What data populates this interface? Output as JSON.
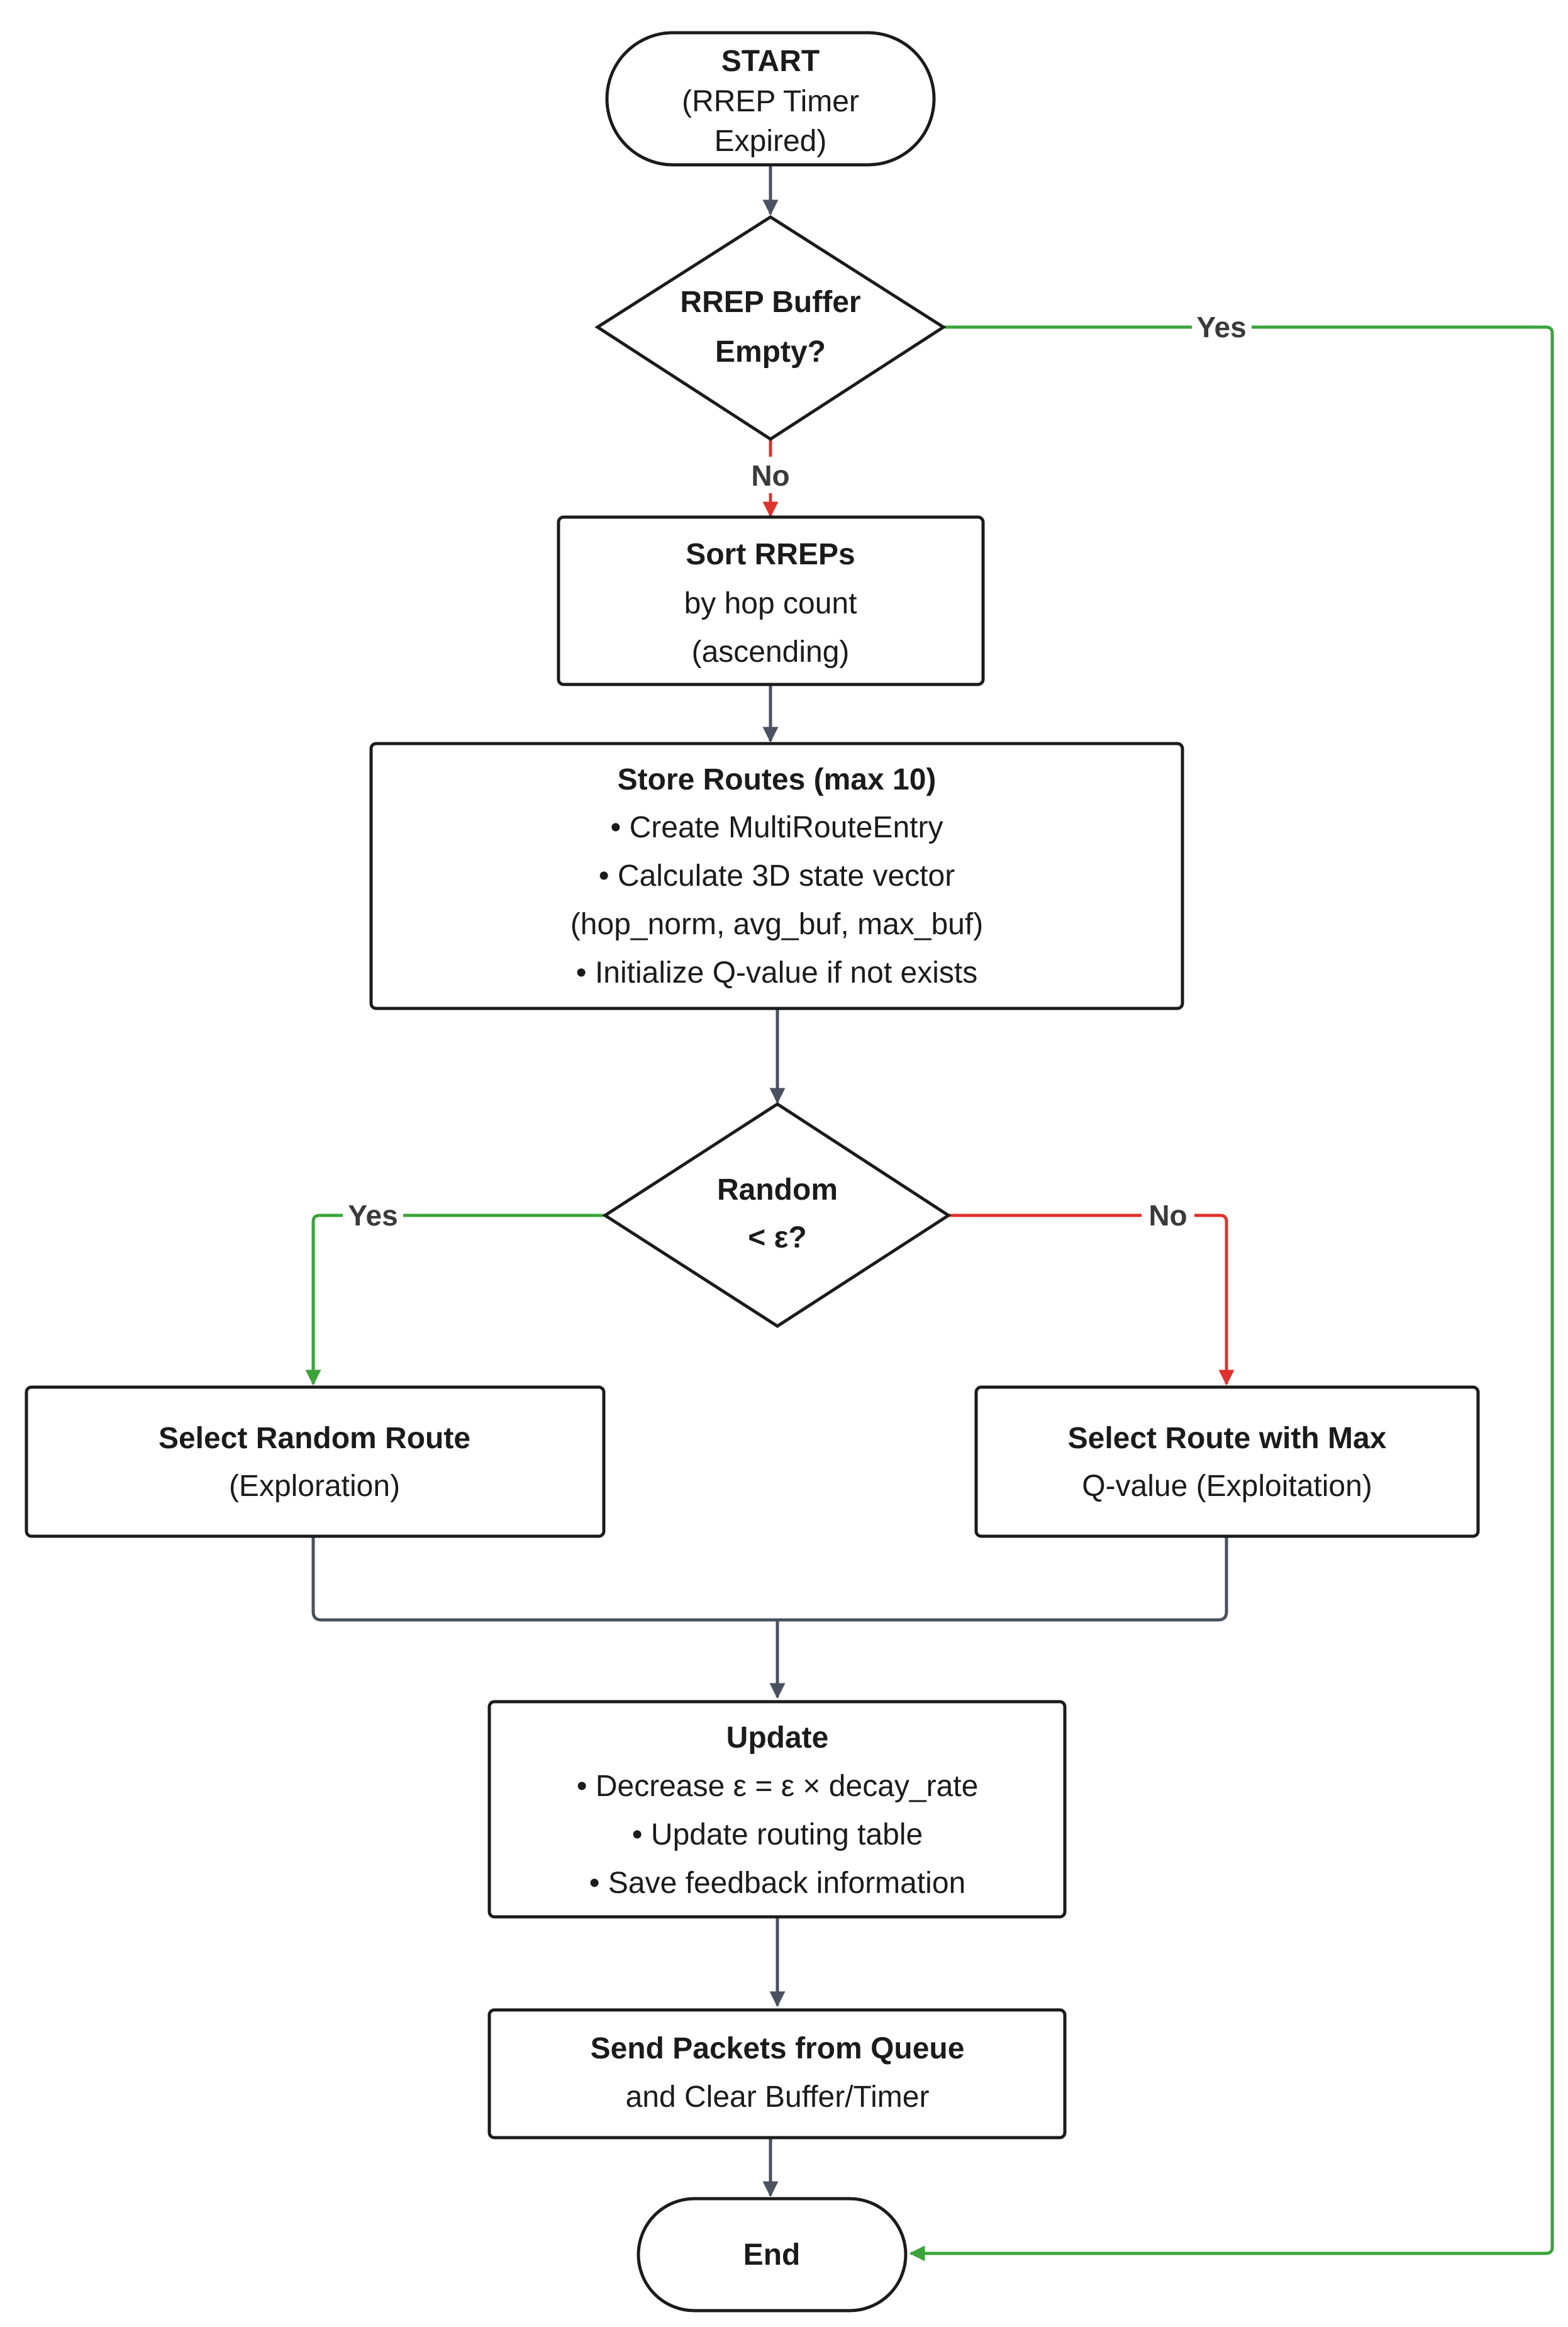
{
  "start": {
    "title": "START",
    "lines": [
      "(RREP Timer",
      "Expired)"
    ]
  },
  "decision_buffer": {
    "lines": [
      "RREP Buffer",
      "Empty?"
    ]
  },
  "sort": {
    "title": "Sort RREPs",
    "lines": [
      "by hop count",
      "(ascending)"
    ]
  },
  "store": {
    "title": "Store Routes (max 10)",
    "lines": [
      "• Create MultiRouteEntry",
      "• Calculate 3D state vector",
      "(hop_norm, avg_buf, max_buf)",
      "• Initialize Q-value if not exists"
    ]
  },
  "decision_random": {
    "lines": [
      "Random",
      "< ε?"
    ]
  },
  "random_route": {
    "title": "Select Random Route",
    "lines": [
      "(Exploration)"
    ]
  },
  "max_route": {
    "title": "Select Route with Max",
    "lines": [
      "Q-value (Exploitation)"
    ]
  },
  "update": {
    "title": "Update",
    "lines": [
      "• Decrease ε = ε × decay_rate",
      "• Update routing table",
      "• Save feedback information"
    ]
  },
  "send": {
    "title": "Send Packets from Queue",
    "lines": [
      "and Clear Buffer/Timer"
    ]
  },
  "end": {
    "title": "End"
  },
  "edge_labels": {
    "buffer_yes": "Yes",
    "buffer_no": "No",
    "random_yes": "Yes",
    "random_no": "No"
  },
  "colors": {
    "stroke": "#1b1b1b",
    "edge_default": "#4a5260",
    "edge_yes": "#3aa43a",
    "edge_no": "#e0322c"
  }
}
